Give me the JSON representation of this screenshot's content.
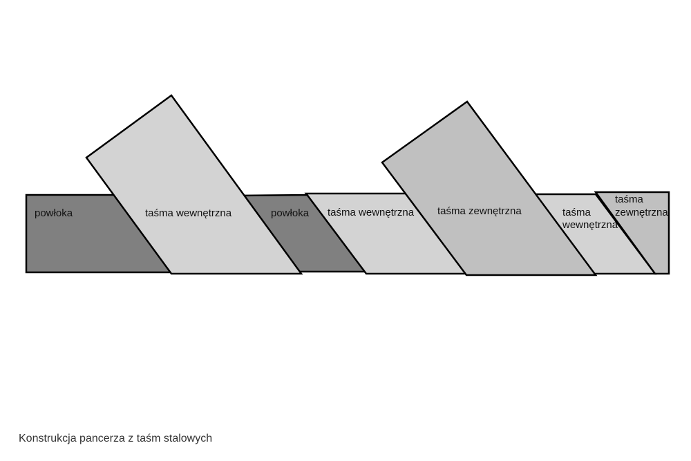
{
  "diagram": {
    "labels": {
      "coating_1": "powłoka",
      "inner_tape_1": "taśma wewnętrzna",
      "coating_2": "powłoka",
      "inner_tape_2": "taśma wewnętrzna",
      "outer_tape_1": "taśma zewnętrzna",
      "inner_tape_3_line1": "taśma",
      "inner_tape_3_line2": "wewnętrzna",
      "outer_tape_2_line1": "taśma",
      "outer_tape_2_line2": "zewnętrzna"
    },
    "colors": {
      "coating": "#808080",
      "inner_tape": "#d3d3d3",
      "outer_tape": "#c0c0c0",
      "outline": "#000000"
    }
  },
  "caption": "Konstrukcja pancerza z taśm stalowych"
}
